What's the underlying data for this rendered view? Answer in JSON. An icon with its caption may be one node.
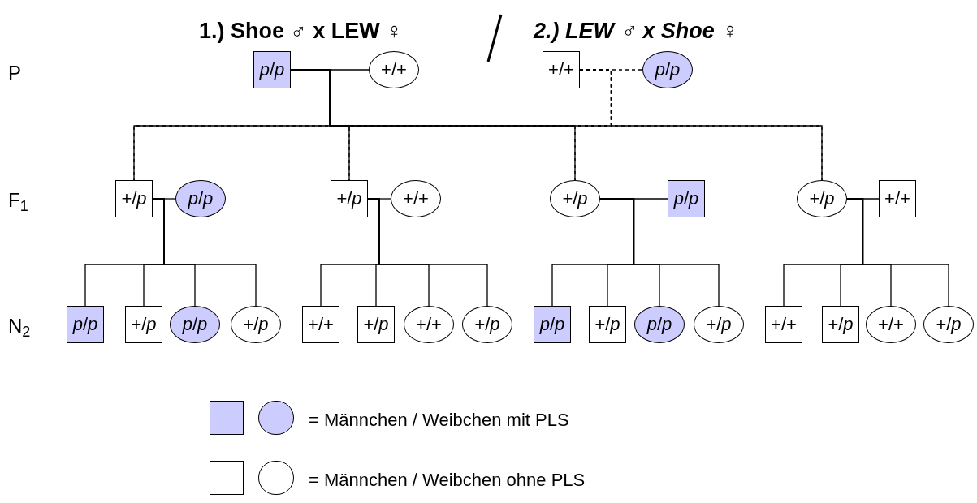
{
  "diagram": {
    "nodes": [
      {
        "text": [
          "*p*/*p*"
        ]
      },
      {
        "text": [
          "+/+"
        ]
      },
      {
        "text": [
          "+/+"
        ]
      },
      {
        "text": [
          "*p*/*p*"
        ]
      },
      {
        "text": [
          "+/*p*"
        ]
      },
      {
        "text": [
          "*p*/*p*"
        ]
      },
      {
        "text": [
          "+/*p*"
        ]
      },
      {
        "text": [
          "+/+"
        ]
      },
      {
        "text": [
          "+/*p*"
        ]
      },
      {
        "text": [
          "*p*/*p*"
        ]
      },
      {
        "text": [
          "+/*p*"
        ]
      },
      {
        "text": [
          "+/+"
        ]
      },
      {
        "text": [
          "*p*/*p*"
        ]
      },
      {
        "text": [
          "+/*p*"
        ]
      },
      {
        "text": [
          "*p*/*p*"
        ]
      },
      {
        "text": [
          "+/*p*"
        ]
      },
      {
        "text": [
          "+/+"
        ]
      },
      {
        "text": [
          "+/*p*"
        ]
      },
      {
        "text": [
          "+/+"
        ]
      },
      {
        "text": [
          "+/*p*"
        ]
      },
      {
        "text": [
          "*p*/*p*"
        ]
      },
      {
        "text": [
          "+/*p*"
        ]
      },
      {
        "text": [
          "*p*/*p*"
        ]
      },
      {
        "text": [
          "+/*p*"
        ]
      },
      {
        "text": [
          "+/+"
        ]
      },
      {
        "text": [
          "+/*p*"
        ]
      },
      {
        "text": [
          "+/+"
        ]
      },
      {
        "text": [
          "+/*p*"
        ]
      }
    ],
    "edges": [
      {
        "from": 0,
        "to": 1,
        "arrow": "none"
      },
      {
        "from": 2,
        "to": 3,
        "arrow": "none",
        "style": "dashed"
      },
      {
        "from": 0,
        "to": 4,
        "arrow": "none"
      },
      {
        "from": 0,
        "to": 6,
        "arrow": "none"
      },
      {
        "from": 0,
        "to": 8,
        "arrow": "none"
      },
      {
        "from": 0,
        "to": 10,
        "arrow": "none"
      },
      {
        "from": 2,
        "to": 4,
        "arrow": "none",
        "style": "dashed"
      },
      {
        "from": 2,
        "to": 6,
        "arrow": "none",
        "style": "dashed"
      },
      {
        "from": 2,
        "to": 8,
        "arrow": "none",
        "style": "dashed"
      },
      {
        "from": 2,
        "to": 10,
        "arrow": "none",
        "style": "dashed"
      },
      {
        "from": 4,
        "to": 5,
        "arrow": "none"
      },
      {
        "from": 4,
        "to": 12,
        "arrow": "none"
      },
      {
        "from": 4,
        "to": 13,
        "arrow": "none"
      },
      {
        "from": 4,
        "to": 14,
        "arrow": "none"
      },
      {
        "from": 4,
        "to": 15,
        "arrow": "none"
      },
      {
        "from": 6,
        "to": 7,
        "arrow": "none"
      },
      {
        "from": 6,
        "to": 16,
        "arrow": "none"
      },
      {
        "from": 6,
        "to": 17,
        "arrow": "none"
      },
      {
        "from": 6,
        "to": 18,
        "arrow": "none"
      },
      {
        "from": 6,
        "to": 19,
        "arrow": "none"
      },
      {
        "from": 8,
        "to": 9,
        "arrow": "none"
      },
      {
        "from": 8,
        "to": 20,
        "arrow": "none"
      },
      {
        "from": 8,
        "to": 21,
        "arrow": "none"
      },
      {
        "from": 8,
        "to": 22,
        "arrow": "none"
      },
      {
        "from": 8,
        "to": 23,
        "arrow": "none"
      },
      {
        "from": 10,
        "to": 11,
        "arrow": "none"
      },
      {
        "from": 10,
        "to": 24,
        "arrow": "none"
      },
      {
        "from": 10,
        "to": 25,
        "arrow": "none"
      },
      {
        "from": 10,
        "to": 26,
        "arrow": "none"
      },
      {
        "from": 10,
        "to": 27,
        "arrow": "none"
      }
    ],
    "labels": [
      "1.) Shoe ♂ x LEW ♀",
      "2.) LEW ♂ x Shoe ♀",
      "P",
      "F$_{1}$",
      "N$_{2}$"
    ],
    "legend": [
      {
        "text": "= Männchen / Weibchen mit PLS",
        "color": "#ccccff"
      },
      {
        "text": "= Männchen / Weibchen ohne PLS",
        "color": "#ffffff"
      }
    ]
  }
}
